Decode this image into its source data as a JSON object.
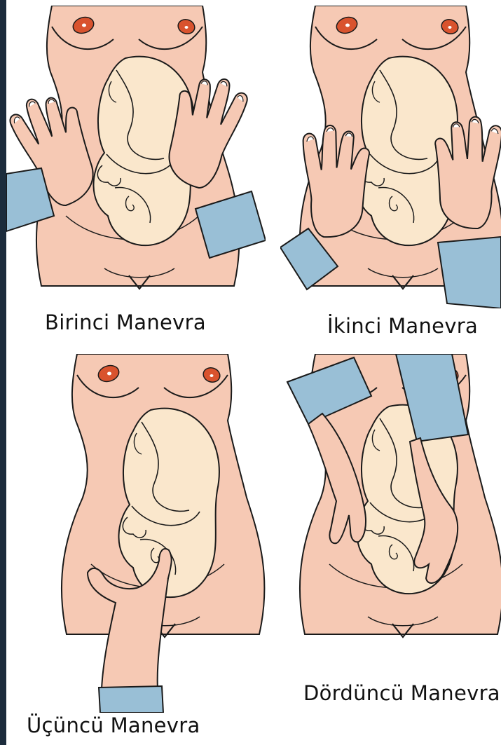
{
  "figure": {
    "captions": {
      "first": "Birinci Manevra",
      "second": "İkinci Manevra",
      "third": "Üçüncü Manevra",
      "fourth": "Dördüncü Manevra"
    }
  },
  "colors": {
    "skin": "#f6c9b4",
    "fetus": "#fae7cc",
    "nipple": "#d9532e",
    "sleeve": "#99bfd6",
    "outline": "#1a1a1a",
    "frame": "#1c2c3c"
  }
}
